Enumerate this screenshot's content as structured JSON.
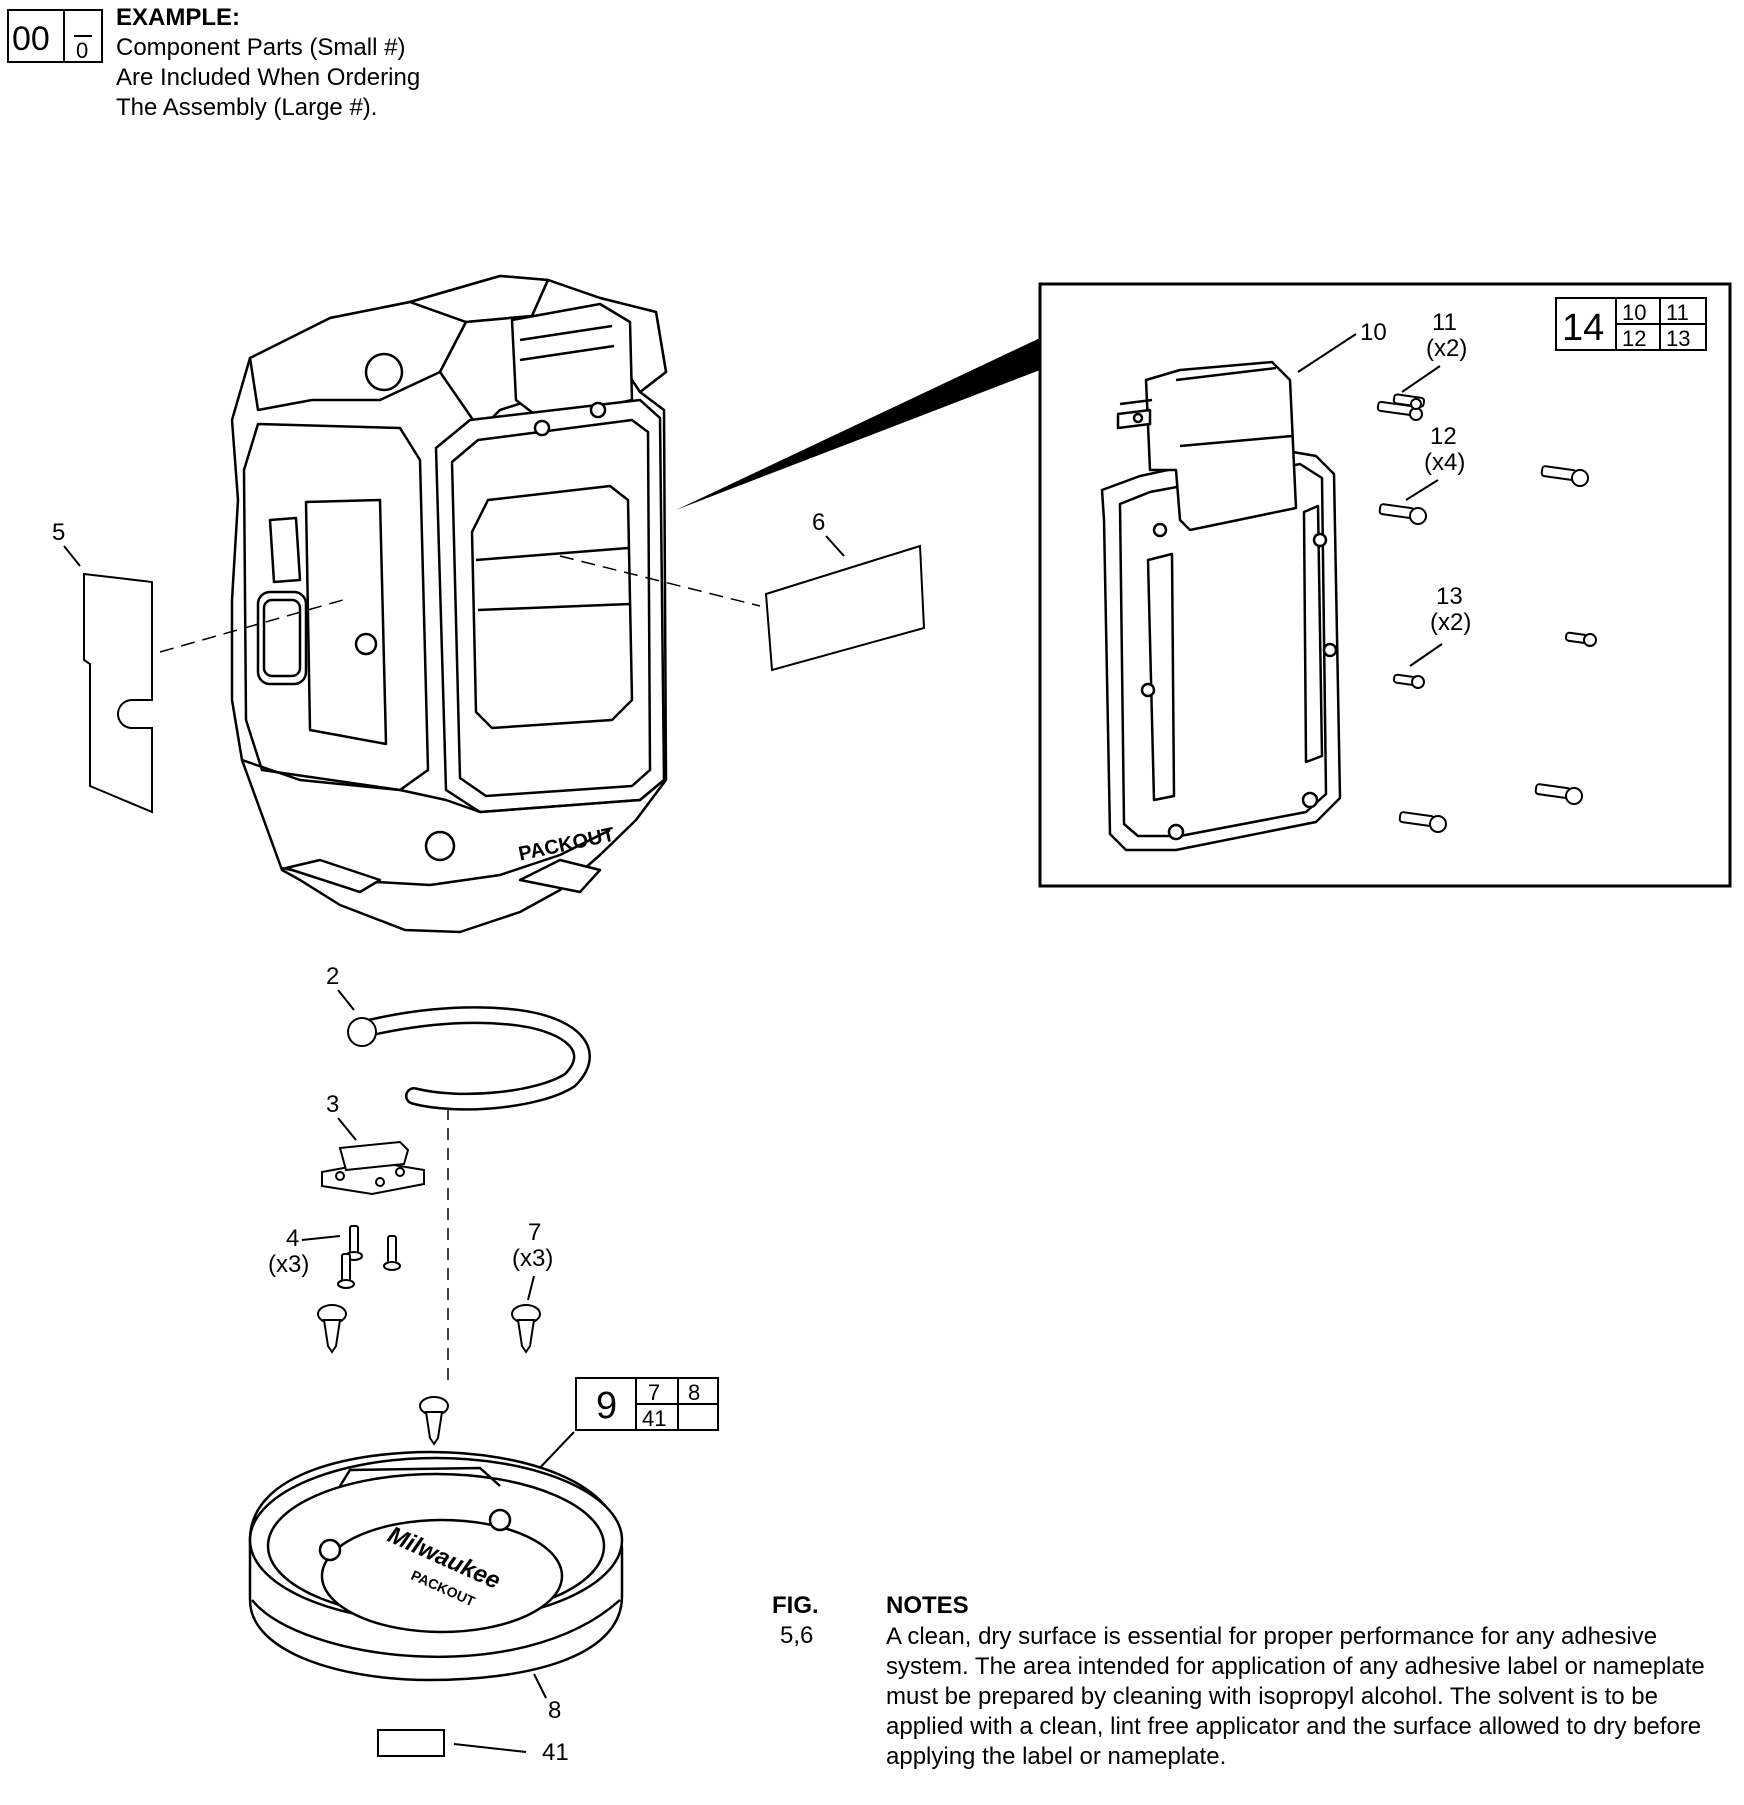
{
  "legend": {
    "assembly_number": "00",
    "component_number": "0",
    "heading": "EXAMPLE:",
    "lines": [
      "Component Parts (Small #)",
      "Are Included When Ordering",
      "The Assembly (Large #)."
    ]
  },
  "callouts": {
    "p2": "2",
    "p3": "3",
    "p4": "4",
    "p4_qty": "(x3)",
    "p5": "5",
    "p6": "6",
    "p7": "7",
    "p7_qty": "(x3)",
    "p8": "8",
    "p10": "10",
    "p11": "11",
    "p11_qty": "(x2)",
    "p12": "12",
    "p12_qty": "(x4)",
    "p13": "13",
    "p13_qty": "(x2)",
    "p41": "41"
  },
  "assembly_boxes": {
    "box14": {
      "assembly": "14",
      "components": [
        "10",
        "11",
        "12",
        "13"
      ]
    },
    "box9": {
      "assembly": "9",
      "components": [
        "7",
        "8",
        "41",
        ""
      ]
    }
  },
  "product_markings": {
    "housing_logo": "PACKOUT",
    "base_brand": "Milwaukee",
    "base_logo": "PACKOUT"
  },
  "notes": {
    "fig_heading": "FIG.",
    "fig_value": "5,6",
    "title": "NOTES",
    "body": "A clean, dry surface is essential for proper performance for any adhesive system. The area intended for application of any adhesive label or nameplate must be prepared by cleaning with isopropyl alcohol. The solvent is to be applied with a clean, lint free applicator and the surface allowed to dry before applying the label or nameplate."
  }
}
